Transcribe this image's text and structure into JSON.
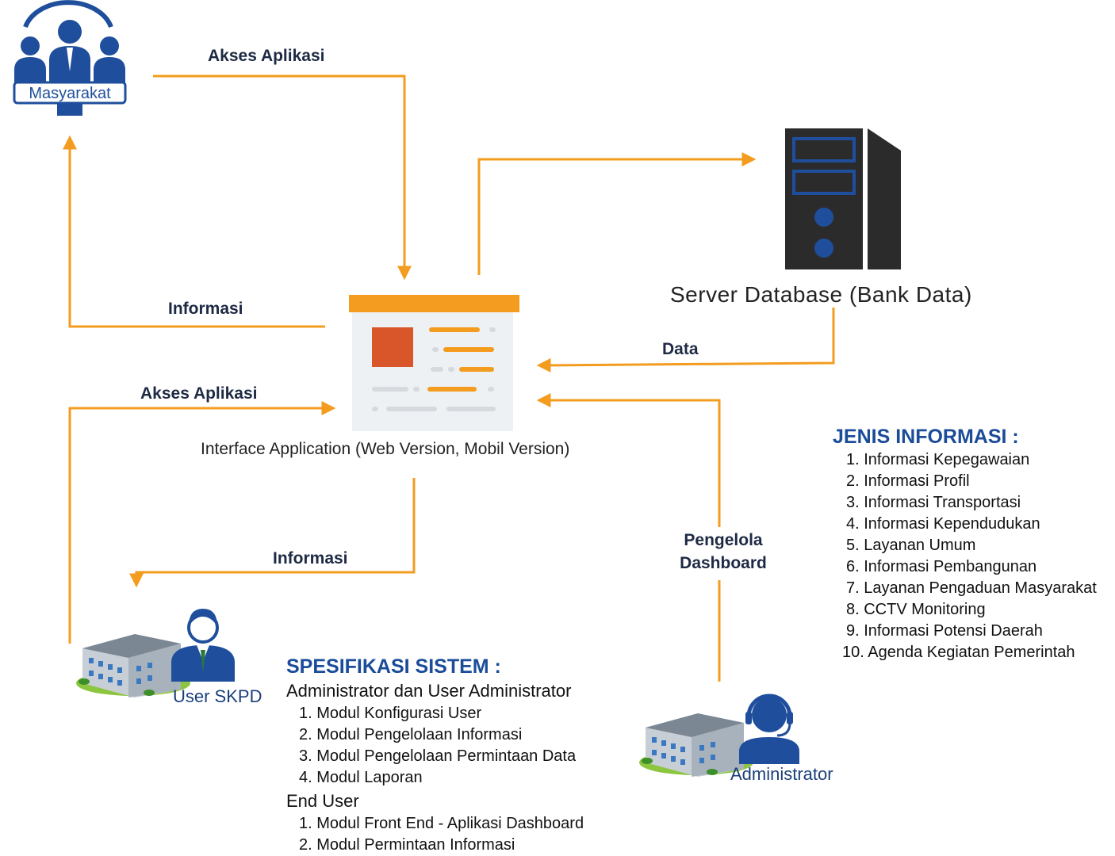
{
  "actors": {
    "masyarakat": "Masyarakat",
    "user_skpd": "User SKPD",
    "administrator": "Administrator"
  },
  "nodes": {
    "interface_app": "Interface Application (Web Version, Mobil Version)",
    "server": "Server Database (Bank Data)"
  },
  "edges": {
    "akses_aplikasi_top": "Akses Aplikasi",
    "informasi_top": "Informasi",
    "akses_aplikasi_left": "Akses Aplikasi",
    "data": "Data",
    "informasi_bottom": "Informasi",
    "pengelola_line1": "Pengelola",
    "pengelola_line2": "Dashboard"
  },
  "jenis_informasi": {
    "title": "JENIS INFORMASI :",
    "items": [
      "1. Informasi Kepegawaian",
      "2. Informasi Profil",
      "3. Informasi Transportasi",
      "4. Informasi Kependudukan",
      "5. Layanan Umum",
      "6. Informasi Pembangunan",
      "7. Layanan Pengaduan Masyarakat",
      "8. CCTV Monitoring",
      "9. Informasi Potensi Daerah",
      "10. Agenda Kegiatan Pemerintah"
    ]
  },
  "spesifikasi": {
    "title": "SPESIFIKASI SISTEM :",
    "admin_heading": "Administrator dan User Administrator",
    "admin_items": [
      "1. Modul Konfigurasi User",
      "2. Modul Pengelolaan Informasi",
      "3. Modul Pengelolaan Permintaan Data",
      "4. Modul Laporan"
    ],
    "end_user_heading": "End User",
    "end_user_items": [
      "1. Modul Front End - Aplikasi Dashboard",
      "2. Modul Permintaan Informasi"
    ]
  },
  "colors": {
    "arrow": "#f39c1f",
    "navy": "#1e2a44",
    "blue": "#1a4c9a",
    "icon_blue": "#1f4f9c",
    "server_dark": "#2b2b2b"
  }
}
